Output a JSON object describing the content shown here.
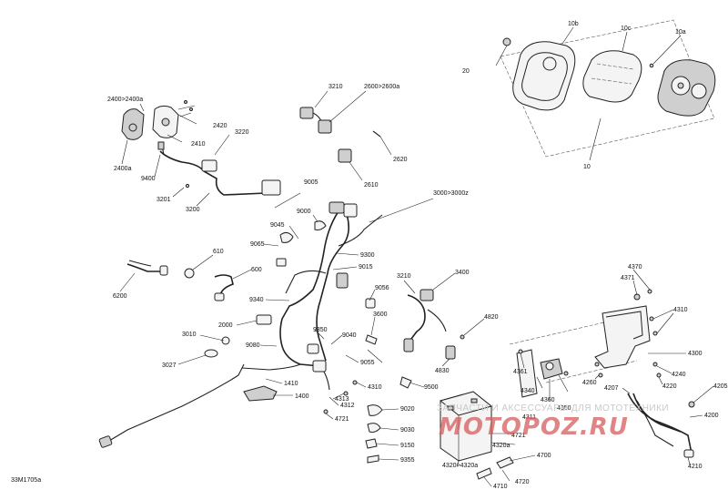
{
  "diagram_id": "33M1705a",
  "watermark": {
    "text": "ЗАПЧАСТИ И АКСЕССУАРЫ ДЛЯ МОТОТЕХНИКИ",
    "logo": "MOTOPOZ.RU"
  },
  "callouts": [
    "10b",
    "10c",
    "10a",
    "20",
    "10",
    "2400>2400a",
    "2420",
    "2410",
    "2400a",
    "3220",
    "9400",
    "3201",
    "3200",
    "3210",
    "2600>2600a",
    "2620",
    "2610",
    "9005",
    "3000>3000z",
    "9000",
    "9045",
    "9065",
    "9300",
    "9015",
    "610",
    "600",
    "6200",
    "9340",
    "2000",
    "3010",
    "9080",
    "3027",
    "1410",
    "1400",
    "4313",
    "4312",
    "4310",
    "4721",
    "9350",
    "9040",
    "9055",
    "3210",
    "3400",
    "9056",
    "3600",
    "4820",
    "9500",
    "4830",
    "9020",
    "9030",
    "9150",
    "9355",
    "4370",
    "4371",
    "4310",
    "4300",
    "4361",
    "4340",
    "4360",
    "4350",
    "4260",
    "4207",
    "4240",
    "4220",
    "4205",
    "4200",
    "4210",
    "4311",
    "4721",
    "4320>4320a",
    "4320a",
    "4700",
    "4710",
    "4720"
  ]
}
